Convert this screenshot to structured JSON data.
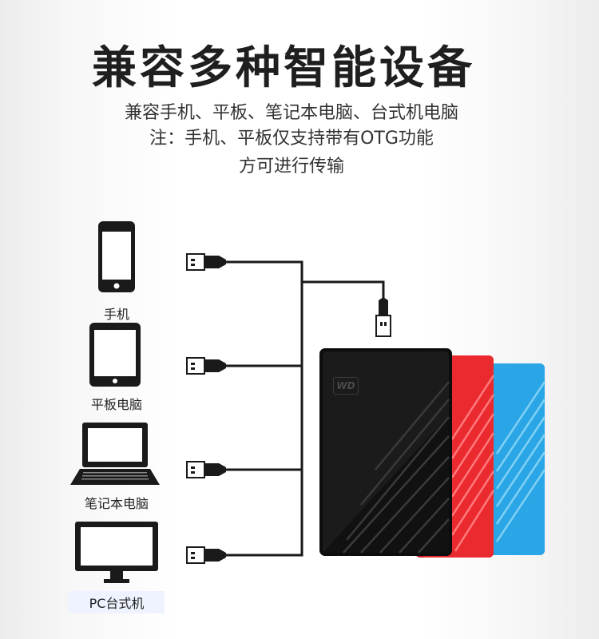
{
  "header": {
    "title": "兼容多种智能设备",
    "line1": "兼容手机、平板、笔记本电脑、台式机电脑",
    "line2": "注：手机、平板仅支持带有OTG功能",
    "line3": "方可进行传输"
  },
  "devices": [
    {
      "label": "手机",
      "icon": "phone-icon"
    },
    {
      "label": "平板电脑",
      "icon": "tablet-icon"
    },
    {
      "label": "笔记本电脑",
      "icon": "laptop-icon"
    },
    {
      "label": "PC台式机",
      "icon": "desktop-icon"
    }
  ],
  "product": {
    "logo": "WD",
    "colors": [
      "#111111",
      "#e8262b",
      "#1e9bdc"
    ]
  }
}
